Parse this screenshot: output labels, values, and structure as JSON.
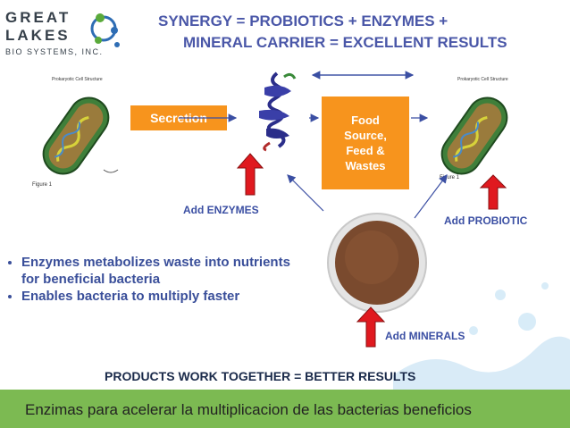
{
  "logo": {
    "line1": "GREAT",
    "line2": "LAKES",
    "line3": "BIO SYSTEMS, INC.",
    "colors": {
      "green": "#5aaa3b",
      "blue": "#2e6db4",
      "gray": "#36404a"
    }
  },
  "title": {
    "line1": "SYNERGY = PROBIOTICS + ENZYMES +",
    "line2": "MINERAL CARRIER = EXCELLENT RESULTS"
  },
  "boxes": {
    "secretion": "Secretion",
    "food": [
      "Food",
      "Source,",
      "Feed &",
      "Wastes"
    ]
  },
  "labels": {
    "enzymes": "Add ENZYMES",
    "probiotic": "Add PROBIOTIC",
    "minerals": "Add MINERALS"
  },
  "bullets": [
    "Enzymes metabolizes waste into nutrients for beneficial bacteria",
    "Enables bacteria to multiply faster"
  ],
  "footer": {
    "products": "PRODUCTS WORK TOGETHER = BETTER RESULTS",
    "spanish": "Enzimas para acelerar la multiplicacion de las bacterias beneficios"
  },
  "images": {
    "left_cell_caption": "Prokaryotic Cell Structure",
    "left_figure": "Figure 1",
    "right_cell_caption": "Prokaryotic Cell Structure",
    "right_figure": "Figure 1"
  },
  "colors": {
    "accent_orange": "#f7941d",
    "arrow_red": "#e0191f",
    "title_blue": "#4a57a8",
    "band_green": "#7cba52"
  }
}
